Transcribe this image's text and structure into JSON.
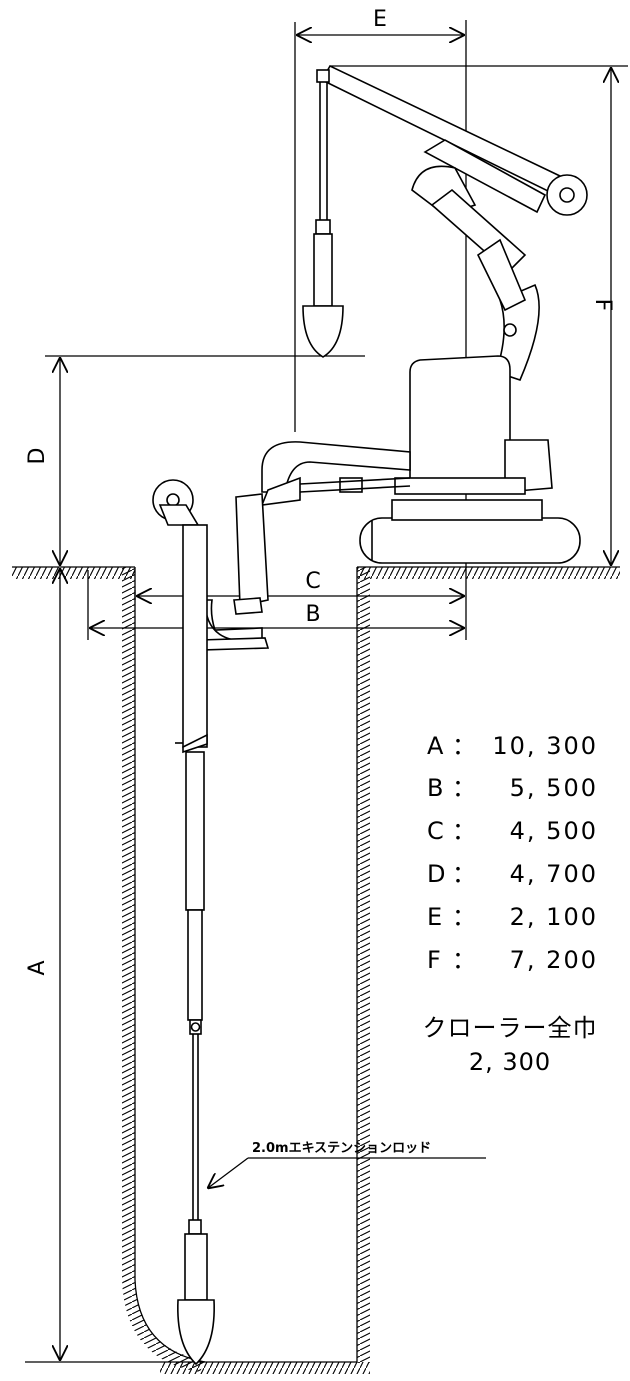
{
  "dimension_labels": {
    "a": "A",
    "b": "B",
    "c": "C",
    "d": "D",
    "e": "E",
    "f": "F"
  },
  "specs": [
    {
      "key": "A",
      "sep": "：",
      "value": "10, 300"
    },
    {
      "key": "B",
      "sep": "：",
      "value": "5, 500"
    },
    {
      "key": "C",
      "sep": "：",
      "value": "4, 500"
    },
    {
      "key": "D",
      "sep": "：",
      "value": "4, 700"
    },
    {
      "key": "E",
      "sep": "：",
      "value": "2, 100"
    },
    {
      "key": "F",
      "sep": "：",
      "value": "7, 200"
    }
  ],
  "crawler": {
    "label": "クローラー全巾",
    "value": "2, 300"
  },
  "rod_note": "2.0mエキステンションロッド"
}
